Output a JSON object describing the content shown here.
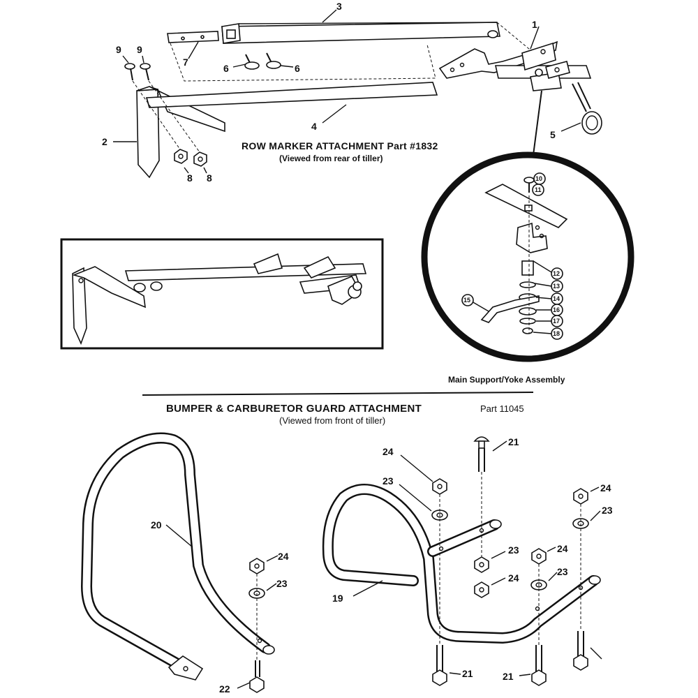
{
  "row_marker": {
    "title": "ROW MARKER ATTACHMENT Part #1832",
    "subtitle": "(Viewed from rear of tiller)"
  },
  "yoke": {
    "caption": "Main Support/Yoke Assembly"
  },
  "bumper": {
    "title": "BUMPER & CARBURETOR GUARD ATTACHMENT",
    "part": "Part 11045",
    "subtitle": "(Viewed from front of tiller)"
  },
  "callouts": {
    "c1": "1",
    "c2": "2",
    "c3": "3",
    "c4": "4",
    "c5": "5",
    "c6a": "6",
    "c6b": "6",
    "c7": "7",
    "c8a": "8",
    "c8b": "8",
    "c9a": "9",
    "c9b": "9",
    "c10": "10",
    "c11": "11",
    "c12": "12",
    "c13": "13",
    "c14": "14",
    "c15": "15",
    "c16": "16",
    "c17": "17",
    "c18": "18",
    "c19": "19",
    "c20": "20",
    "c21a": "21",
    "c21b": "21",
    "c21c": "21",
    "c22": "22",
    "c23a": "23",
    "c23b": "23",
    "c23c": "23",
    "c23d": "23",
    "c23e": "23",
    "c24a": "24",
    "c24b": "24",
    "c24c": "24",
    "c24d": "24",
    "c24e": "24"
  }
}
